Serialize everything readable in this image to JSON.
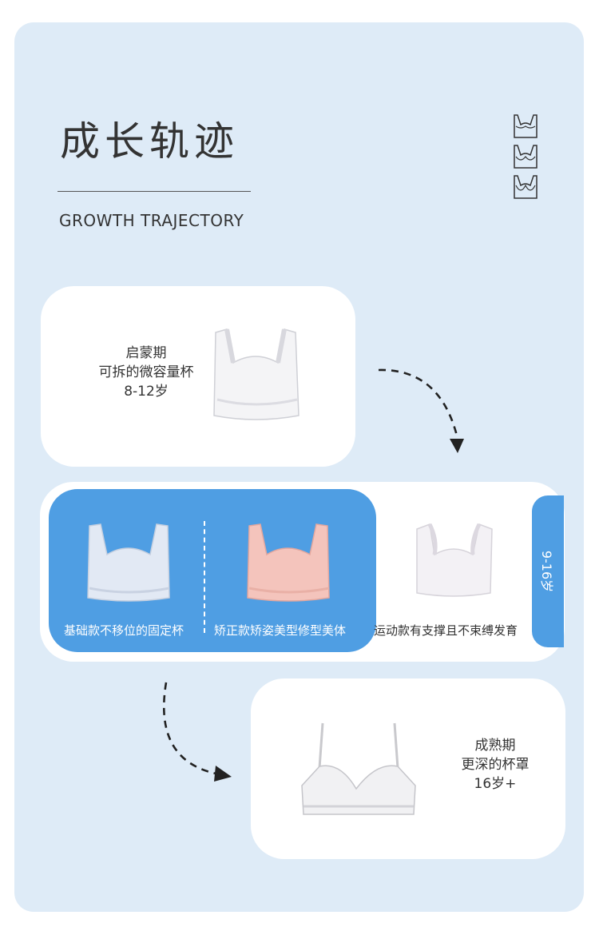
{
  "header": {
    "title_cn": "成长轨迹",
    "title_en": "GROWTH TRAJECTORY"
  },
  "stage_early": {
    "name": "启蒙期",
    "feature": "可拆的微容量杯",
    "age": "8-12岁"
  },
  "stage_development": {
    "age": "9-16岁",
    "styles": [
      {
        "caption": "基础款不移位的固定杯",
        "color": "#dfe6f2"
      },
      {
        "caption": "矫正款矫姿美型修型美体",
        "color": "#f3c2ba"
      },
      {
        "caption": "运动款有支撑且不束缚发育",
        "color": "#f2f0f4"
      }
    ]
  },
  "stage_mature": {
    "name": "成熟期",
    "feature": "更深的杯罩",
    "age": "16岁+"
  },
  "colors": {
    "panel_bg": "#deebf7",
    "accent_blue": "#4f9ee3",
    "card_bg": "#ffffff"
  }
}
